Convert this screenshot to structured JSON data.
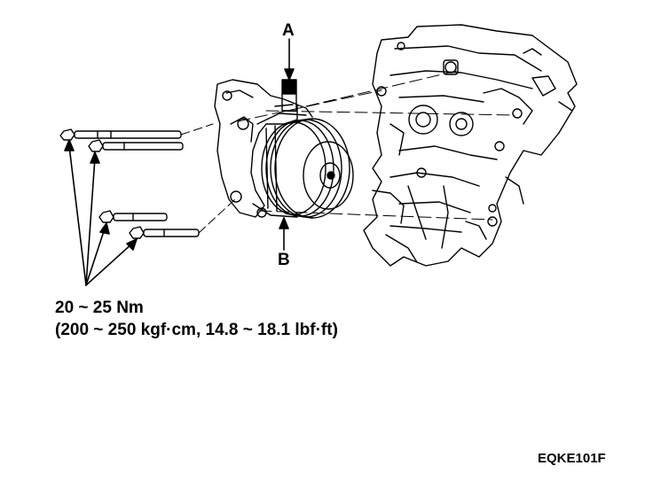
{
  "labels": {
    "a": "A",
    "b": "B"
  },
  "torque": {
    "line1": "20 ~ 25 Nm",
    "line2": "(200 ~ 250 kgf·cm, 14.8 ~ 18.1 lbf·ft)"
  },
  "figure_code": "EQKE101F",
  "colors": {
    "ink": "#000000",
    "background": "#ffffff"
  }
}
